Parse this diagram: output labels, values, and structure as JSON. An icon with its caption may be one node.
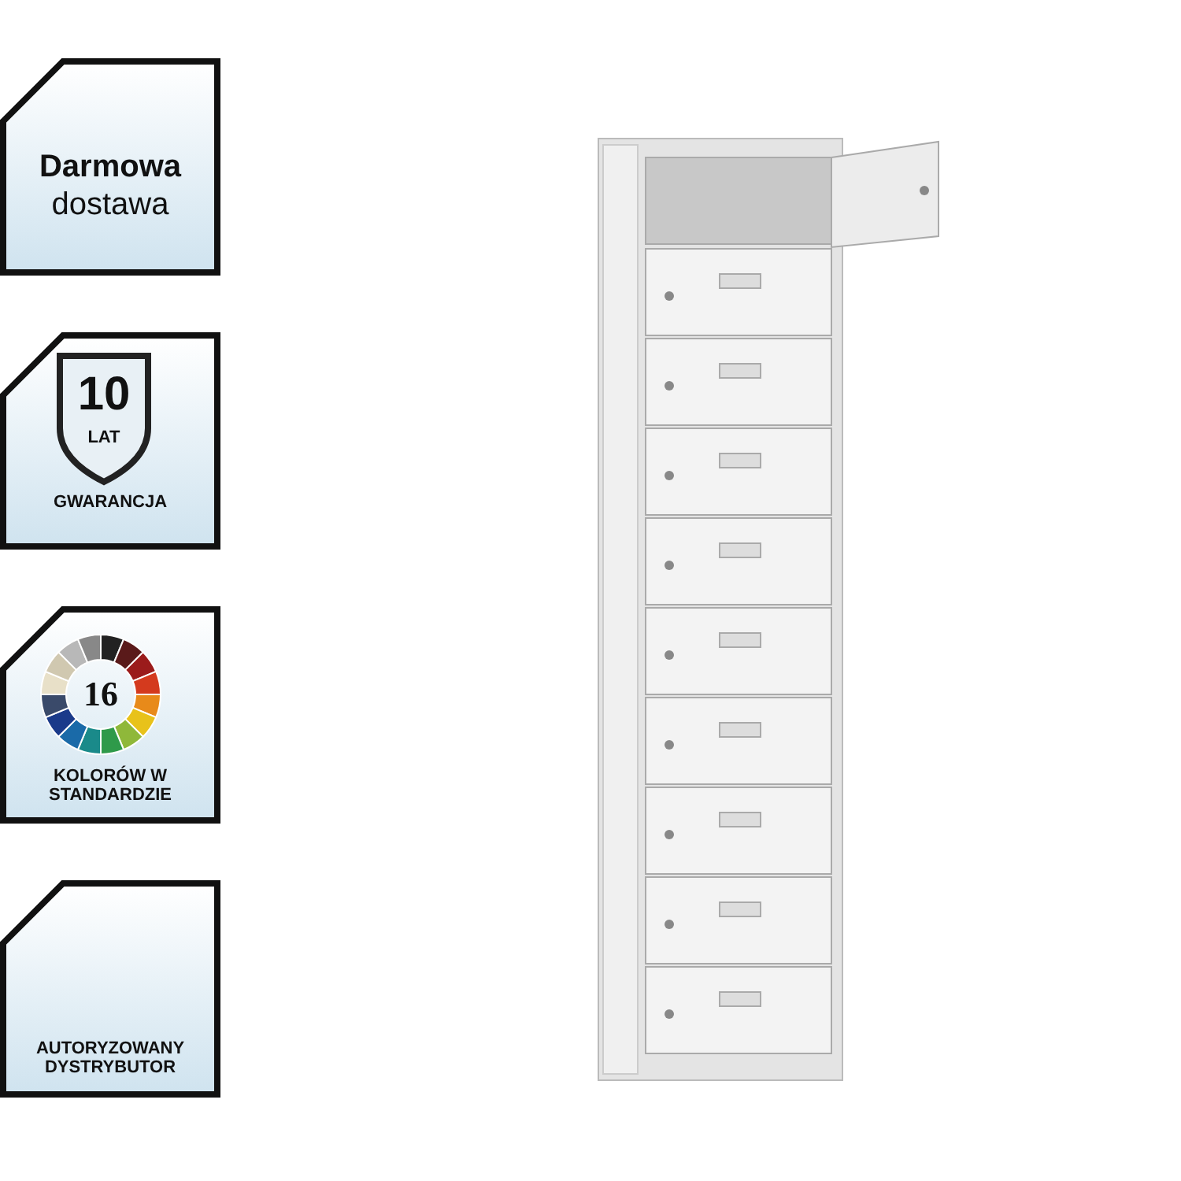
{
  "diagram": {
    "labels": [
      "Darmowa",
      "dostawa",
      "10",
      "LAT",
      "GWARANCJA",
      "16",
      "KOLORÓW W STANDARDZIE",
      "AUTORYZOWANY DYSTRYBUTOR"
    ]
  }
}
